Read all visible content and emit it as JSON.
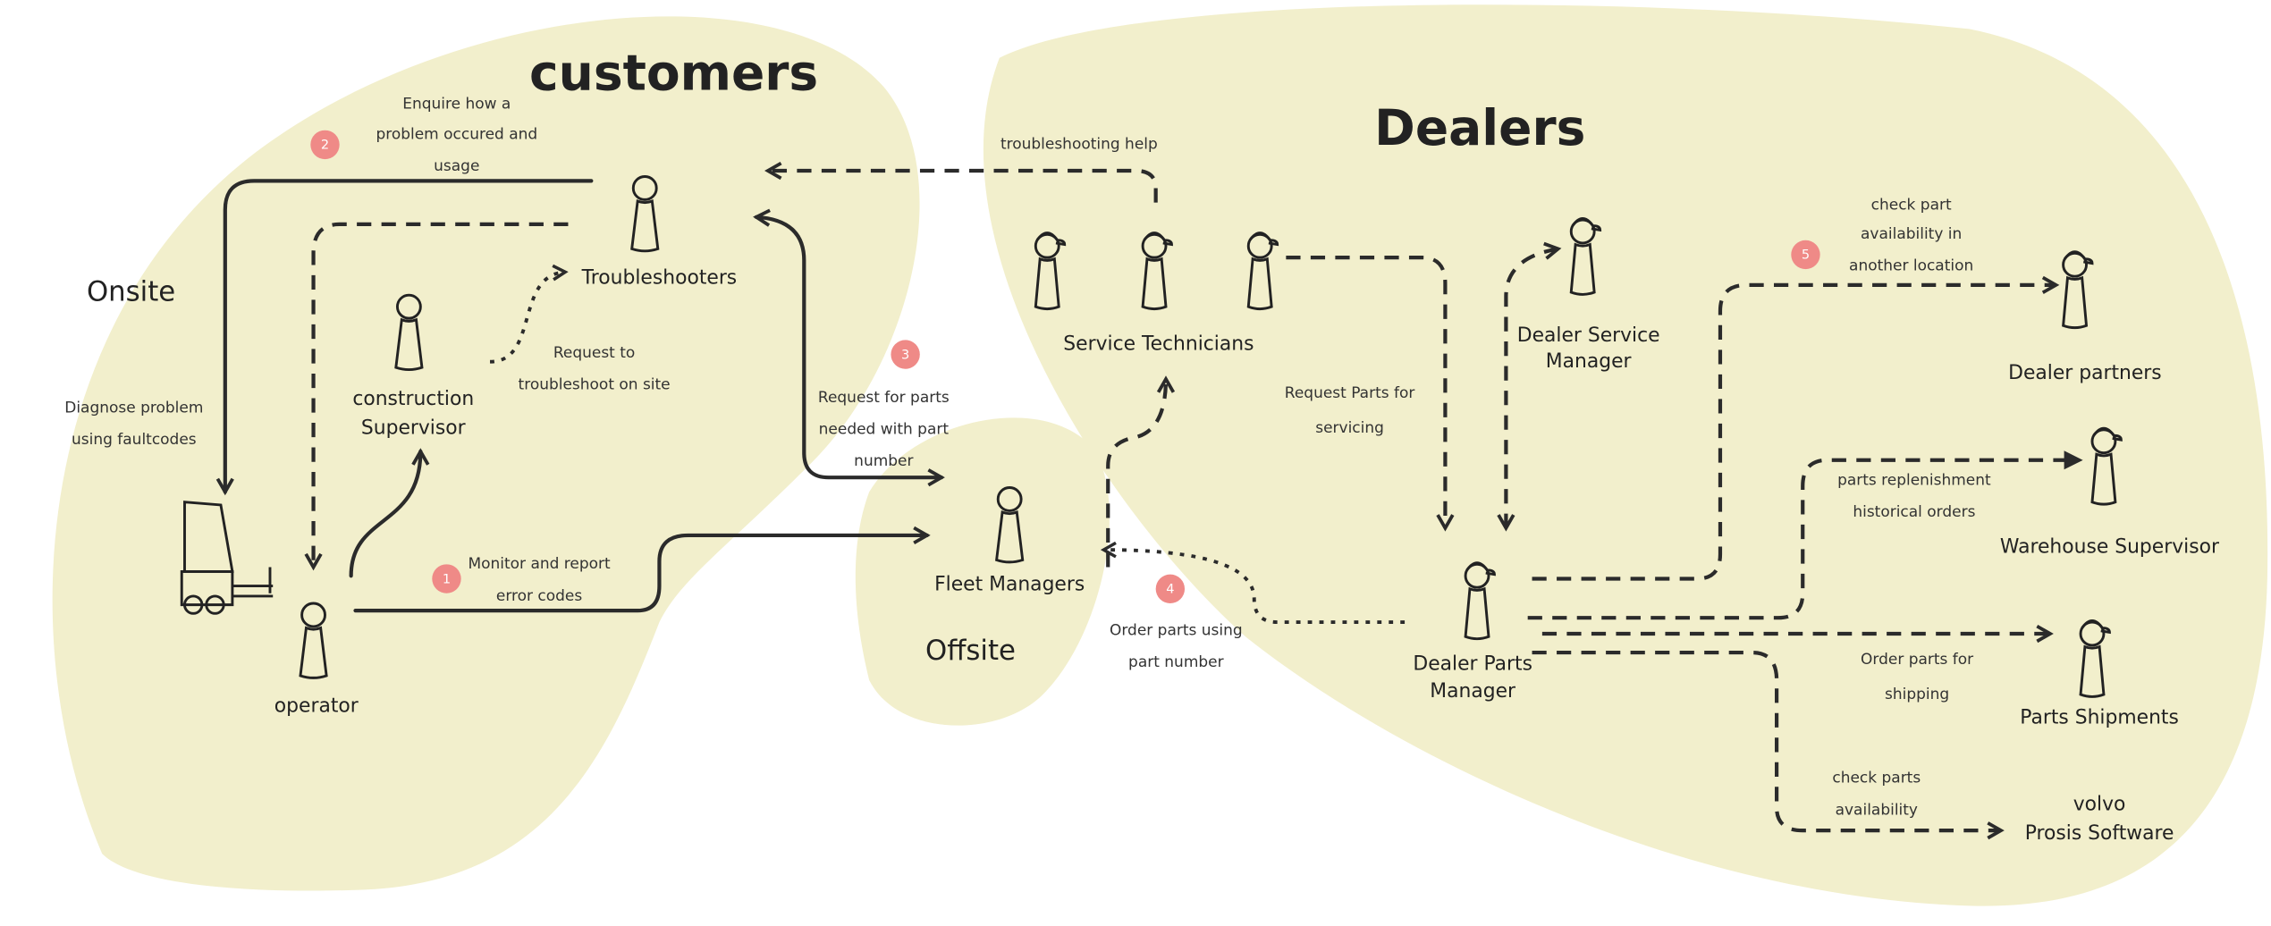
{
  "colors": {
    "blob": "#f2efcc",
    "badge": "#ef8a87",
    "ink": "#2b2b2b"
  },
  "regions": {
    "customers": "customers",
    "dealers": "Dealers",
    "onsite": "Onsite",
    "offsite": "Offsite"
  },
  "actors": {
    "troubleshooters": "Troubleshooters",
    "construction_supervisor": [
      "construction",
      "Supervisor"
    ],
    "operator": "operator",
    "fleet_managers": "Fleet Managers",
    "service_technicians": "Service Technicians",
    "dealer_service_manager": [
      "Dealer Service",
      "Manager"
    ],
    "dealer_parts_manager": [
      "Dealer Parts",
      "Manager"
    ],
    "dealer_partners": "Dealer partners",
    "warehouse_supervisor": "Warehouse Supervisor",
    "parts_shipments": "Parts Shipments",
    "volvo_prosis": [
      "volvo",
      "Prosis Software"
    ]
  },
  "annotations": {
    "enquire": [
      "Enquire how a",
      "problem occured and",
      "usage"
    ],
    "diagnose": [
      "Diagnose problem",
      "using faultcodes"
    ],
    "request_troubleshoot": [
      "Request to",
      "troubleshoot on site"
    ],
    "monitor": [
      "Monitor and report",
      "error codes"
    ],
    "troubleshooting_help": "troubleshooting help",
    "request_parts_number": [
      "Request for parts",
      "needed with part",
      "number"
    ],
    "order_parts_number": [
      "Order parts using",
      "part number"
    ],
    "request_parts_servicing": [
      "Request Parts for",
      "servicing"
    ],
    "check_part_location": [
      "check part",
      "availability in",
      "another location"
    ],
    "replenishment": [
      "parts replenishment",
      "historical orders"
    ],
    "order_shipping": [
      "Order parts for",
      "shipping"
    ],
    "check_parts": [
      "check parts",
      "availability"
    ]
  },
  "badges": [
    "1",
    "2",
    "3",
    "4",
    "5"
  ]
}
